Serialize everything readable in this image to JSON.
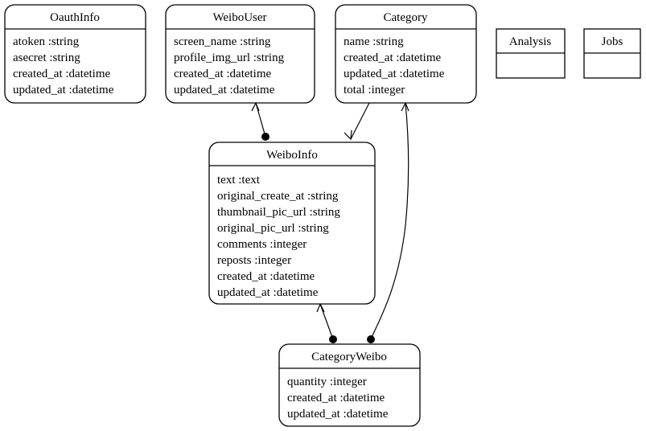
{
  "entities": {
    "oauthinfo": {
      "title": "OauthInfo",
      "attrs": [
        "atoken :string",
        "asecret :string",
        "created_at :datetime",
        "updated_at :datetime"
      ]
    },
    "weibouser": {
      "title": "WeiboUser",
      "attrs": [
        "screen_name :string",
        "profile_img_url :string",
        "created_at :datetime",
        "updated_at :datetime"
      ]
    },
    "category": {
      "title": "Category",
      "attrs": [
        "name :string",
        "created_at :datetime",
        "updated_at :datetime",
        "total :integer"
      ]
    },
    "analysis": {
      "title": "Analysis",
      "attrs": []
    },
    "jobs": {
      "title": "Jobs",
      "attrs": []
    },
    "weiboinfo": {
      "title": "WeiboInfo",
      "attrs": [
        "text :text",
        "original_create_at :string",
        "thumbnail_pic_url :string",
        "original_pic_url :string",
        "comments :integer",
        "reposts :integer",
        "created_at :datetime",
        "updated_at :datetime"
      ]
    },
    "categoryweibo": {
      "title": "CategoryWeibo",
      "attrs": [
        "quantity :integer",
        "created_at :datetime",
        "updated_at :datetime"
      ]
    }
  },
  "relations": [
    {
      "from": "weibouser",
      "to": "weiboinfo"
    },
    {
      "from": "category",
      "to": "weiboinfo"
    },
    {
      "from": "weiboinfo",
      "to": "categoryweibo"
    },
    {
      "from": "category",
      "to": "categoryweibo"
    }
  ]
}
